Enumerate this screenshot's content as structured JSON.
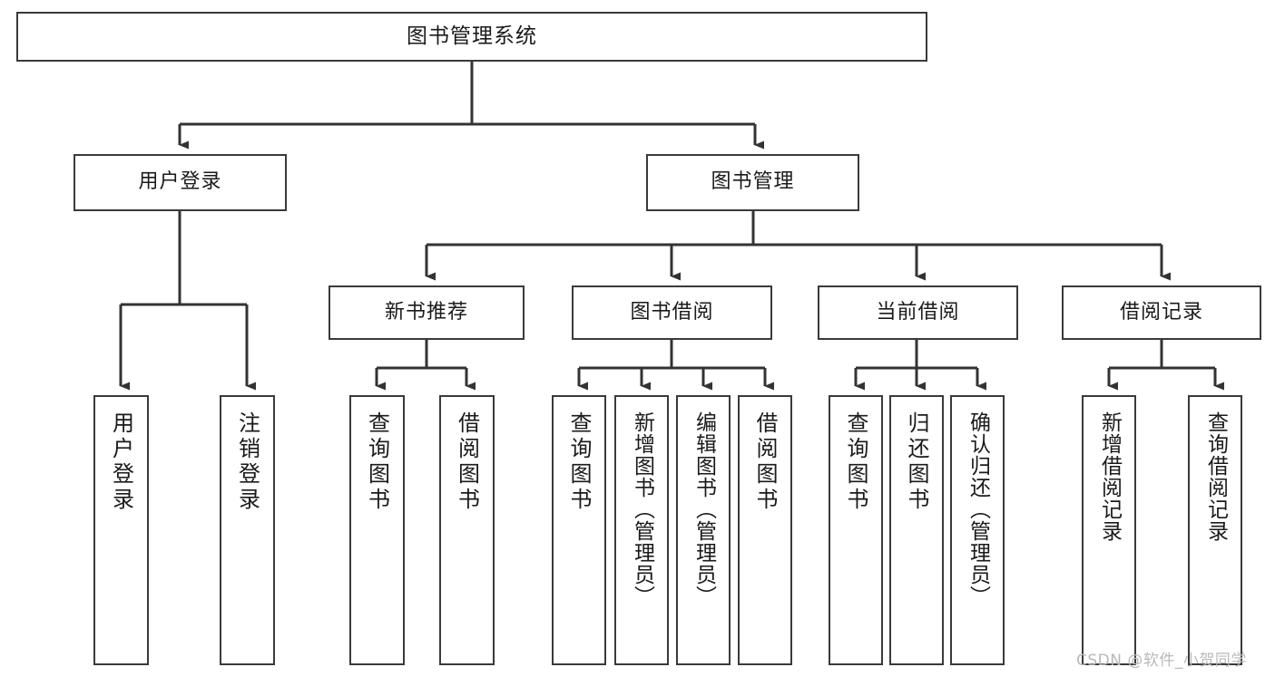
{
  "diagram": {
    "title": "图书管理系统",
    "watermark": "CSDN @软件_小贺同学",
    "style": {
      "line_color": "#3a3a3a",
      "box_fill": "#ffffff",
      "text_color": "#1a1a1a",
      "watermark_color": "#b9b9b9",
      "background": "#ffffff"
    },
    "nodes": {
      "root": "图书管理系统",
      "level2": [
        "用户登录",
        "图书管理"
      ],
      "level3": [
        "新书推荐",
        "图书借阅",
        "当前借阅",
        "借阅记录"
      ],
      "leaves": {
        "user_login": [
          "用户登录",
          "注销登录"
        ],
        "new_book": [
          "查询图书",
          "借阅图书"
        ],
        "book_borrow": [
          "查询图书",
          "新增图书（管理员）",
          "编辑图书（管理员）",
          "借阅图书"
        ],
        "current_borrow": [
          "查询图书",
          "归还图书",
          "确认归还（管理员）"
        ],
        "borrow_record": [
          "新增借阅记录",
          "查询借阅记录"
        ]
      }
    }
  }
}
